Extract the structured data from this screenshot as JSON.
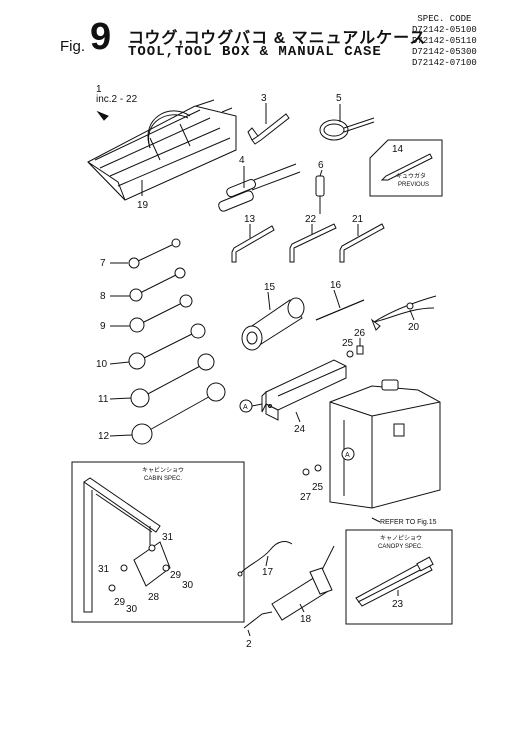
{
  "header": {
    "fig_label": "Fig.",
    "fig_number": "9",
    "title_jp": "コウグ,コウグバコ & マニュアルケース",
    "title_en": "TOOL,TOOL BOX & MANUAL CASE",
    "spec_header": "SPEC. CODE",
    "spec_codes": [
      "D72142-05100",
      "D72142-05110",
      "D72142-05300",
      "D72142-07100"
    ]
  },
  "callouts": {
    "c1": "1",
    "c1_sub": "inc.2 - 22",
    "c2": "2",
    "c3": "3",
    "c4": "4",
    "c5": "5",
    "c6": "6",
    "c7": "7",
    "c8": "8",
    "c9": "9",
    "c10": "10",
    "c11": "11",
    "c12": "12",
    "c13": "13",
    "c14": "14",
    "c15": "15",
    "c16": "16",
    "c17": "17",
    "c18": "18",
    "c19": "19",
    "c20": "20",
    "c21": "21",
    "c22": "22",
    "c23": "23",
    "c24": "24",
    "c25a": "25",
    "c25b": "25",
    "c26": "26",
    "c27": "27",
    "c28": "28",
    "c29a": "29",
    "c29b": "29",
    "c30a": "30",
    "c30b": "30",
    "c31a": "31",
    "c31b": "31"
  },
  "boxes": {
    "previous_jp": "キュウガタ",
    "previous_en": "PREVIOUS",
    "cabin_jp": "キャビンショウ",
    "cabin_en": "CABIN SPEC.",
    "canopy_jp": "キャノピショウ",
    "canopy_en": "CANOPY SPEC."
  },
  "markers": {
    "a1": "A",
    "a2": "A"
  },
  "refer_text": "REFER TO Fig.15"
}
